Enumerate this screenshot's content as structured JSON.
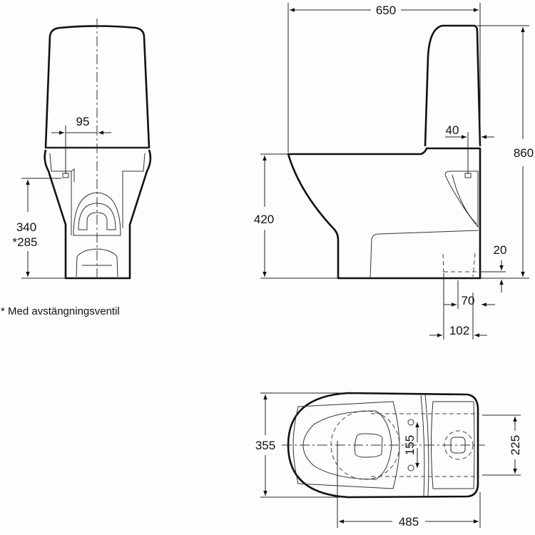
{
  "front_view": {
    "dim_95": "95",
    "dim_340": "340",
    "dim_285": "*285"
  },
  "note": "* Med avstängningsventil",
  "side_view": {
    "dim_650": "650",
    "dim_860": "860",
    "dim_420": "420",
    "dim_40": "40",
    "dim_20": "20",
    "dim_70": "70",
    "dim_102": "102"
  },
  "top_view": {
    "dim_355": "355",
    "dim_485": "485",
    "dim_225": "225",
    "dim_155": "155"
  }
}
